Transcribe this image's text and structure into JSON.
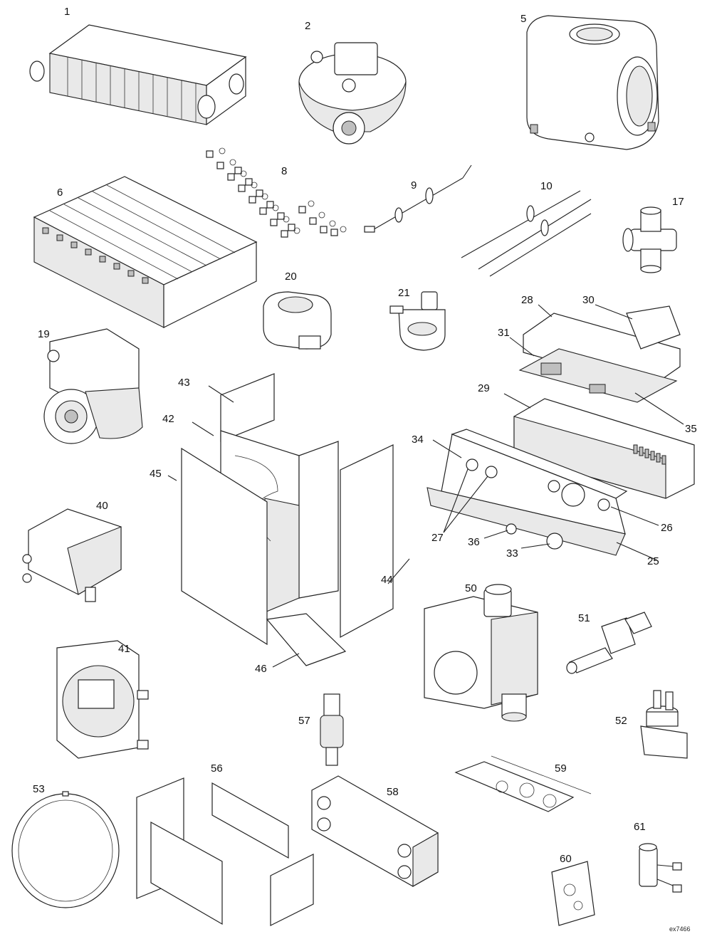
{
  "diagram": {
    "labels": [
      "1",
      "2",
      "5",
      "8",
      "9",
      "10",
      "6",
      "17",
      "20",
      "21",
      "28",
      "30",
      "19",
      "31",
      "43",
      "29",
      "42",
      "35",
      "34",
      "45",
      "40",
      "27",
      "26",
      "36",
      "33",
      "25",
      "44",
      "50",
      "51",
      "41",
      "46",
      "57",
      "52",
      "56",
      "59",
      "53",
      "58",
      "61",
      "60"
    ],
    "reference": "ex7466"
  }
}
